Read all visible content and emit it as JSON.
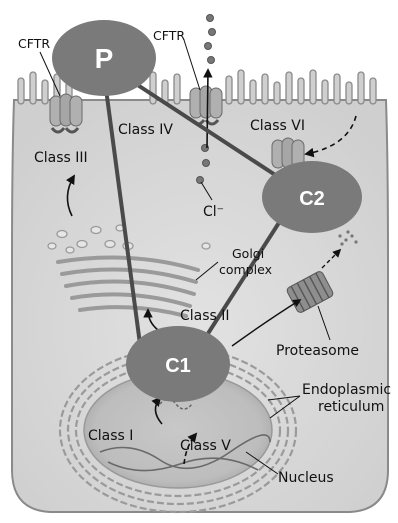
{
  "nodes": {
    "p": "P",
    "c1": "C1",
    "c2": "C2"
  },
  "labels": {
    "cftr_left": "CFTR",
    "cftr_right": "CFTR",
    "class_iii": "Class III",
    "class_iv": "Class IV",
    "class_vi": "Class VI",
    "chloride": "Cl⁻",
    "golgi_line1": "Golgi",
    "golgi_line2": "complex",
    "class_ii": "Class II",
    "proteasome": "Proteasome",
    "er_line1": "Endoplasmic",
    "er_line2": "reticulum",
    "class_i": "Class I",
    "class_v": "Class V",
    "nucleus": "Nucleus"
  },
  "colors": {
    "node_fill": "#7a7a7a",
    "connector": "#4a4a4a",
    "cell_fill": "#d8d8d8",
    "cell_stroke": "#8a8a8a"
  }
}
